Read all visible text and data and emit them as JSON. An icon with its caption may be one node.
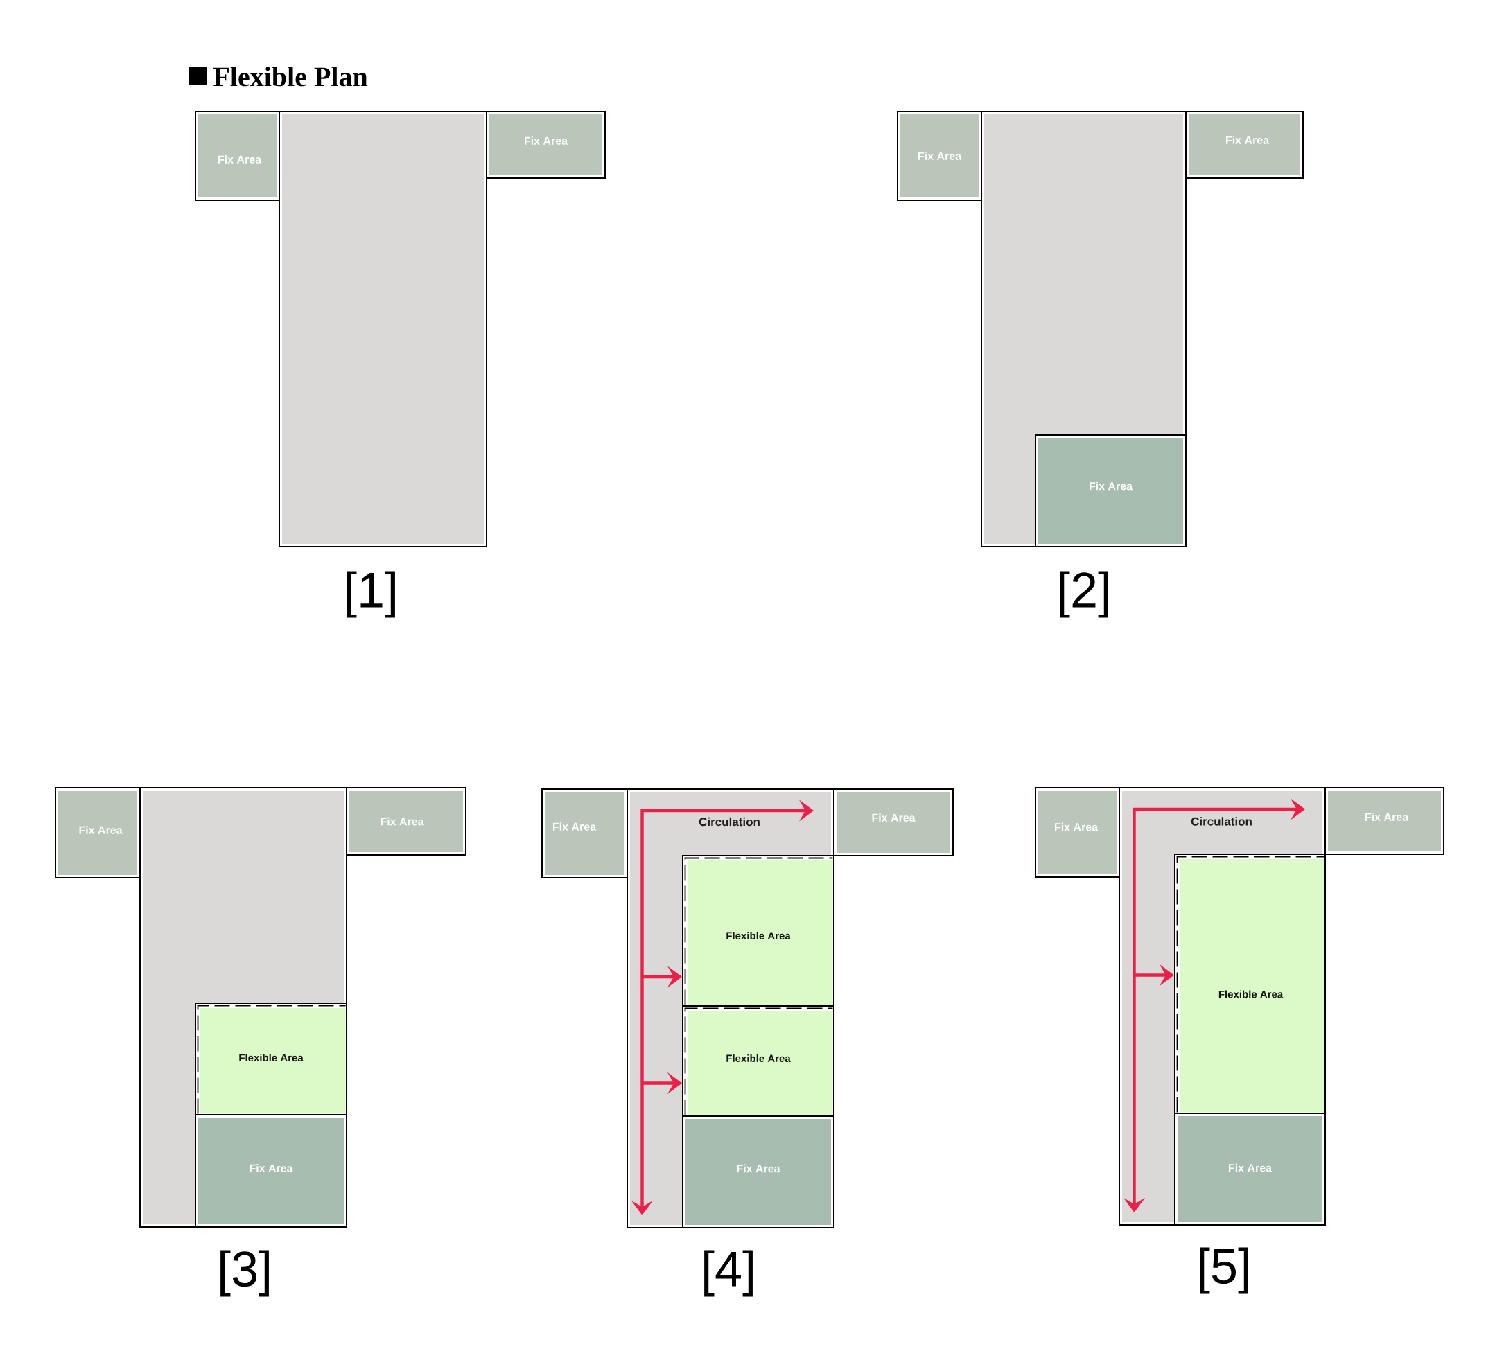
{
  "diagram": {
    "title": "Flexible Plan",
    "nodes": [
      {
        "text": [
          "Fix Area"
        ]
      },
      {
        "text": [],
        "shape": "box",
        "beside": [
          "[1]"
        ]
      },
      {
        "text": [
          "Fix Area"
        ]
      },
      {
        "text": [
          "Fix Area"
        ]
      },
      {
        "text": [],
        "shape": "box",
        "beside": [
          "[2]"
        ]
      },
      {
        "text": [
          "Fix Area"
        ]
      },
      {
        "text": [
          "Fix Area"
        ],
        "in": 4
      },
      {
        "text": [
          "Fix Area"
        ]
      },
      {
        "text": [],
        "shape": "box",
        "beside": [
          "[3]"
        ]
      },
      {
        "text": [
          "Fix Area"
        ]
      },
      {
        "text": [
          "Flexible Area"
        ],
        "in": 8
      },
      {
        "text": [
          "Fix Area"
        ],
        "in": 8
      },
      {
        "text": [
          "Fix Area"
        ]
      },
      {
        "text": [
          "Circulation"
        ],
        "beside": [
          "[4]"
        ]
      },
      {
        "text": [
          "Fix Area"
        ]
      },
      {
        "text": [
          "Flexible Area"
        ],
        "in": 13
      },
      {
        "text": [
          "Flexible Area"
        ],
        "in": 13
      },
      {
        "text": [
          "Fix Area"
        ],
        "in": 13
      },
      {
        "text": [
          "Fix Area"
        ]
      },
      {
        "text": [
          "Circulation"
        ],
        "beside": [
          "[5]"
        ]
      },
      {
        "text": [
          "Fix Area"
        ]
      },
      {
        "text": [
          "Flexible Area"
        ],
        "in": 19
      },
      {
        "text": [
          "Fix Area"
        ],
        "in": 19
      }
    ],
    "edges": [
      {
        "from": 13,
        "to": 15,
        "arrow": "to"
      },
      {
        "from": 13,
        "to": 16,
        "arrow": "to"
      },
      {
        "from": 19,
        "to": 21,
        "arrow": "to"
      }
    ]
  }
}
